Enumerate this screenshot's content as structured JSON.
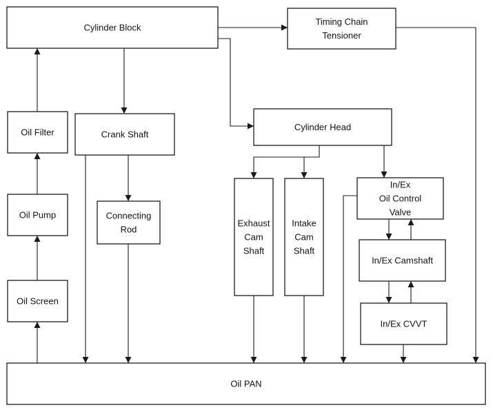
{
  "diagram": {
    "nodes": {
      "cylinder_block": [
        "Cylinder Block"
      ],
      "timing_chain_tensioner": [
        "Timing Chain",
        "Tensioner"
      ],
      "oil_filter": [
        "Oil Filter"
      ],
      "crank_shaft": [
        "Crank Shaft"
      ],
      "cylinder_head": [
        "Cylinder Head"
      ],
      "oil_pump": [
        "Oil Pump"
      ],
      "connecting_rod": [
        "Connecting",
        "Rod"
      ],
      "exhaust_cam_shaft": [
        "Exhaust",
        "Cam",
        "Shaft"
      ],
      "intake_cam_shaft": [
        "Intake",
        "Cam",
        "Shaft"
      ],
      "oil_control_valve": [
        "In/Ex",
        "Oil Control",
        "Valve"
      ],
      "camshaft": [
        "In/Ex Camshaft"
      ],
      "oil_screen": [
        "Oil Screen"
      ],
      "cvvt": [
        "In/Ex CVVT"
      ],
      "oil_pan": [
        "Oil PAN"
      ]
    },
    "edges": [
      {
        "from": "cylinder_block",
        "to": "timing_chain_tensioner"
      },
      {
        "from": "cylinder_block",
        "to": "crank_shaft"
      },
      {
        "from": "cylinder_block",
        "to": "cylinder_head"
      },
      {
        "from": "timing_chain_tensioner",
        "to": "oil_pan"
      },
      {
        "from": "oil_filter",
        "to": "cylinder_block"
      },
      {
        "from": "oil_pump",
        "to": "oil_filter"
      },
      {
        "from": "oil_screen",
        "to": "oil_pump"
      },
      {
        "from": "oil_pan",
        "to": "oil_screen"
      },
      {
        "from": "crank_shaft",
        "to": "connecting_rod"
      },
      {
        "from": "crank_shaft",
        "to": "oil_pan"
      },
      {
        "from": "connecting_rod",
        "to": "oil_pan"
      },
      {
        "from": "cylinder_head",
        "to": "exhaust_cam_shaft"
      },
      {
        "from": "cylinder_head",
        "to": "intake_cam_shaft"
      },
      {
        "from": "cylinder_head",
        "to": "oil_control_valve"
      },
      {
        "from": "exhaust_cam_shaft",
        "to": "oil_pan"
      },
      {
        "from": "intake_cam_shaft",
        "to": "oil_pan"
      },
      {
        "from": "oil_control_valve",
        "to": "oil_pan"
      },
      {
        "from": "oil_control_valve",
        "to": "camshaft"
      },
      {
        "from": "camshaft",
        "to": "oil_control_valve"
      },
      {
        "from": "camshaft",
        "to": "cvvt"
      },
      {
        "from": "cvvt",
        "to": "camshaft"
      },
      {
        "from": "cvvt",
        "to": "oil_pan"
      }
    ]
  }
}
